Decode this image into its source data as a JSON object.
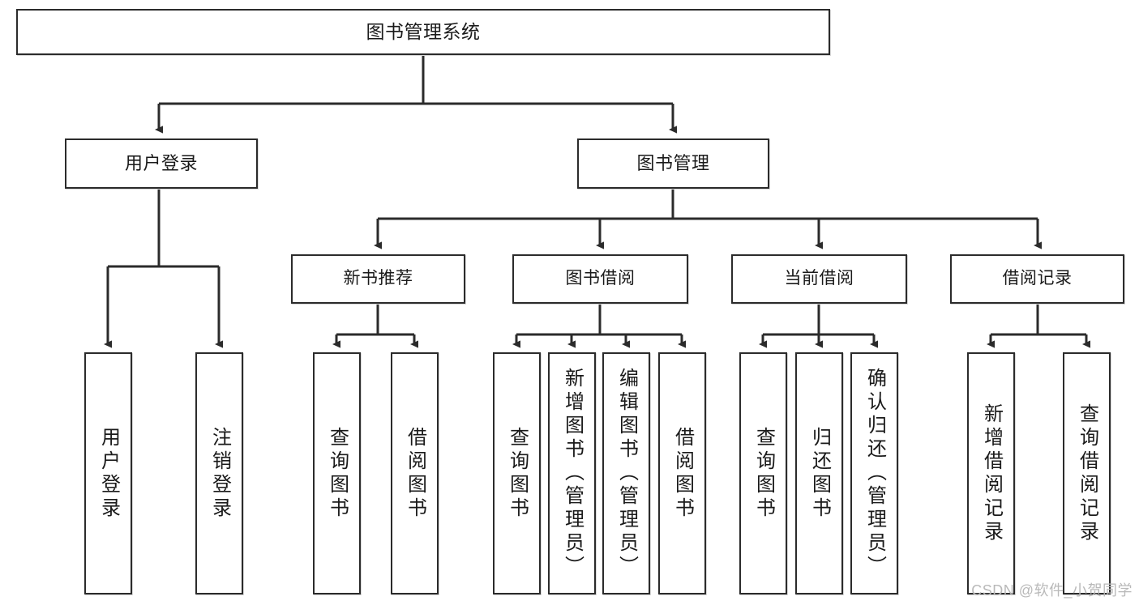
{
  "diagram": {
    "type": "tree",
    "title": "图书管理系统",
    "watermark": "CSDN @软件_小贺同学",
    "colors": {
      "border": "#2b2b2b",
      "background": "#ffffff",
      "text": "#1a1a1a",
      "watermark": "#b9b9b9"
    },
    "root": {
      "label": "图书管理系统"
    },
    "level2": [
      {
        "label": "用户登录"
      },
      {
        "label": "图书管理"
      }
    ],
    "level3": [
      {
        "label": "新书推荐"
      },
      {
        "label": "图书借阅"
      },
      {
        "label": "当前借阅"
      },
      {
        "label": "借阅记录"
      }
    ],
    "leaves": {
      "user_login": [
        {
          "label": "用户登录"
        },
        {
          "label": "注销登录"
        }
      ],
      "new_book_recommend": [
        {
          "label": "查询图书"
        },
        {
          "label": "借阅图书"
        }
      ],
      "book_borrow": [
        {
          "label": "查询图书"
        },
        {
          "label": "新增图书（管理员）"
        },
        {
          "label": "编辑图书（管理员）"
        },
        {
          "label": "借阅图书"
        }
      ],
      "current_borrow": [
        {
          "label": "查询图书"
        },
        {
          "label": "归还图书"
        },
        {
          "label": "确认归还（管理员）"
        }
      ],
      "borrow_record": [
        {
          "label": "新增借阅记录"
        },
        {
          "label": "查询借阅记录"
        }
      ]
    }
  }
}
